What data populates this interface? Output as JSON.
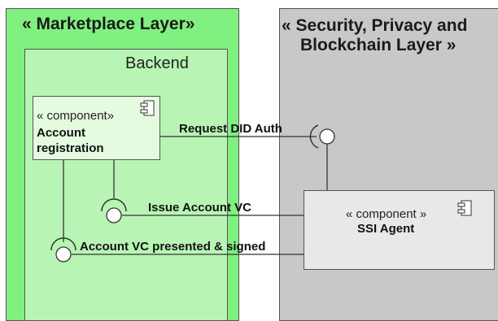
{
  "marketplace_layer": {
    "title": "« Marketplace Layer»",
    "backend_label": "Backend"
  },
  "security_layer": {
    "title_line1": "« Security, Privacy and",
    "title_line2": "Blockchain Layer »"
  },
  "account_component": {
    "stereotype": "« component»",
    "name_line1": "Account",
    "name_line2": "registration"
  },
  "ssi_component": {
    "stereotype": "« component »",
    "name": "SSI Agent"
  },
  "connections": {
    "request": "Request DID Auth",
    "issue": "Issue Account VC",
    "presented": "Account VC presented & signed"
  },
  "colors": {
    "marketplace_fill": "#80f080",
    "backend_fill": "#b8f5b4",
    "account_fill": "#e4fbe0",
    "security_fill": "#c8c8c8",
    "ssi_fill": "#e8e8e8"
  }
}
